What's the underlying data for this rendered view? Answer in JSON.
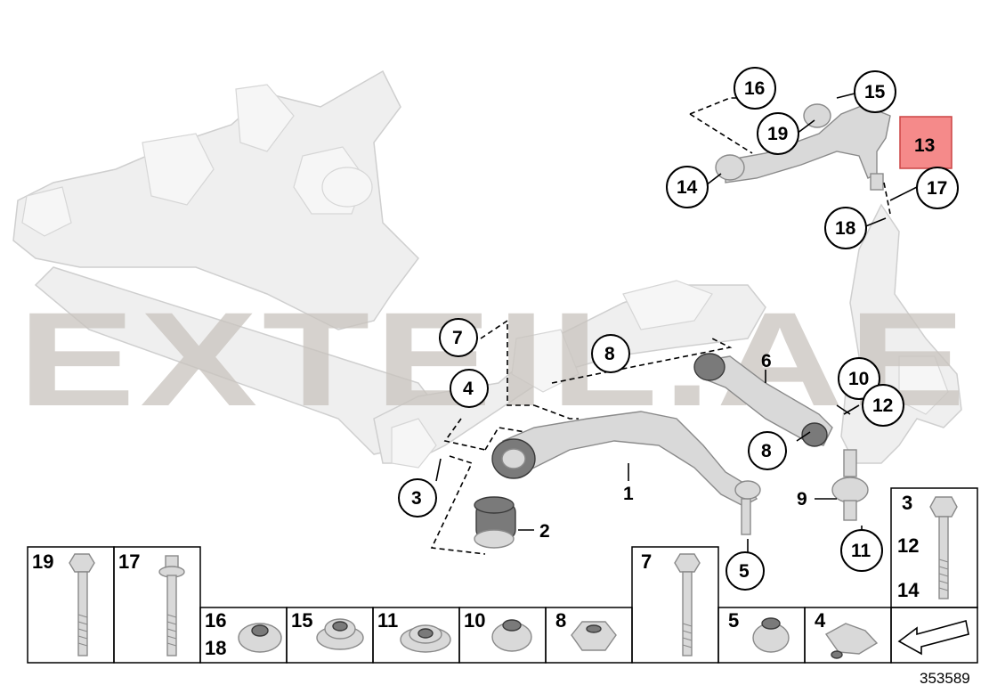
{
  "watermark": "EXTEIL.AE",
  "diagram_id": "353589",
  "highlighted_part": "13",
  "callouts": {
    "c1": "1",
    "c2": "2",
    "c3": "3",
    "c4": "4",
    "c5": "5",
    "c6": "6",
    "c7": "7",
    "c8a": "8",
    "c8b": "8",
    "c9": "9",
    "c10": "10",
    "c11": "11",
    "c12": "12",
    "c13": "13",
    "c14": "14",
    "c15": "15",
    "c16": "16",
    "c17": "17",
    "c18": "18",
    "c19": "19"
  },
  "parts_table": {
    "cell_19": "19",
    "cell_17": "17",
    "cell_16_18": [
      "16",
      "18"
    ],
    "cell_15": "15",
    "cell_11": "11",
    "cell_10": "10",
    "cell_8": "8",
    "cell_7": "7",
    "cell_5": "5",
    "cell_4": "4",
    "cell_3_12_14": [
      "3",
      "12",
      "14"
    ]
  },
  "colors": {
    "highlight_fill": "#f58a8a",
    "highlight_stroke": "#c44",
    "watermark": "#c9c4be"
  }
}
